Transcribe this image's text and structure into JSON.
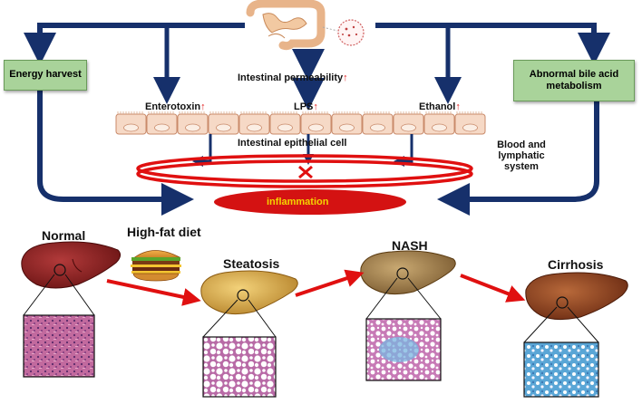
{
  "top": {
    "energy_harvest": "Energy harvest",
    "abnormal_bile": "Abnormal bile acid metabolism",
    "intestinal_permeability": "Intestinal permeability",
    "enterotoxin": "Enterotoxin",
    "lps": "LPS",
    "ethanol": "Ethanol",
    "up_arrow": "↑",
    "epithelial_cell": "Intestinal epithelial cell",
    "blood_lymphatic": "Blood and lymphatic system",
    "inflammation": "inflammation"
  },
  "stages": {
    "normal": "Normal",
    "high_fat_diet": "High-fat diet",
    "steatosis": "Steatosis",
    "nash": "NASH",
    "cirrhosis": "Cirrhosis"
  },
  "colors": {
    "arrow_navy": "#16306b",
    "red": "#e01010",
    "box_green": "#a9d39a",
    "cell_pink": "#f6d9c6"
  }
}
